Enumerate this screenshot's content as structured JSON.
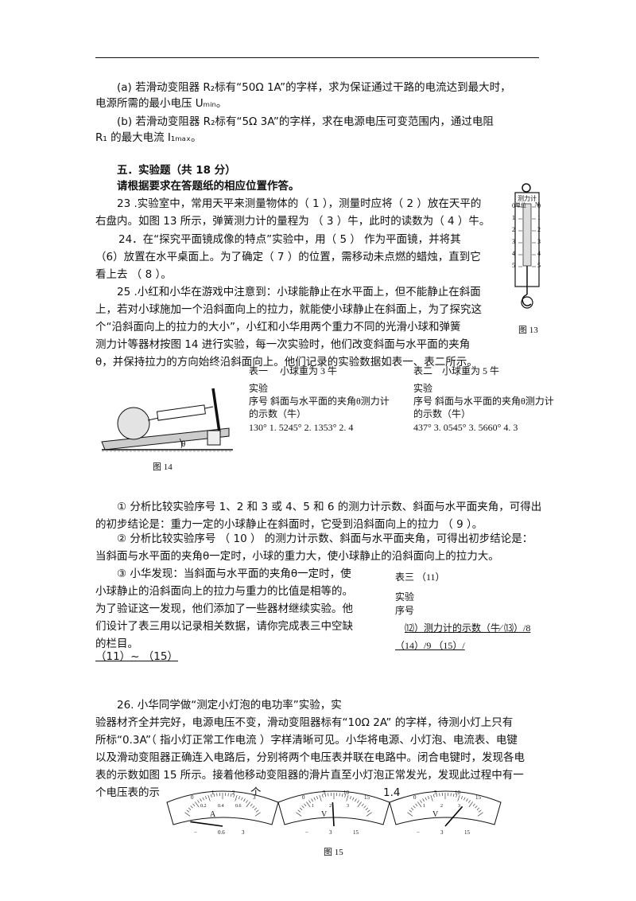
{
  "text": {
    "a1": "(a) 若滑动变阻器 R₂标有“50Ω 1A”的字样，求为保证通过干路的电流达到最大时，",
    "a2": "电源所需的最小电压 Uₘᵢₙ。",
    "b1": "(b) 若滑动变阻器 R₂标有“5Ω 3A”的字样，求在电源电压可变范围内，通过电阻",
    "b2": "R₁ 的最大电流 I₁ₘₐₓ。",
    "sec5": "五．实验题（共 18 分）",
    "instr": "请根据要求在答题纸的相应位置作答。",
    "q23a": "23 .实验室中，常用天平来测量物体的（ 1 ），测量时应将（ 2 ）放在天平的",
    "q23b": "右盘内。如图 13 所示，弹簧测力计的量程为 （ 3 ）牛，此时的读数为（ 4 ）牛。",
    "q24a": "24．在“探究平面镜成像的特点”实验中，用（ 5 ） 作为平面镜，并将其",
    "q24b": "（6）放置在水平桌面上。为了确定（ 7 ）的位置，需移动未点燃的蜡烛，直到它",
    "q24c": "看上去 （ 8 ）。",
    "q25a": "25 .小红和小华在游戏中注意到：小球能静止在水平面上，但不能静止在斜面",
    "q25b": "上，若对小球施加一个沿斜面向上的拉力，就能使小球静止在斜面上，为了探究这",
    "q25c": "个“沿斜面向上的拉力的大小”，小红和小华用两个重力不同的光滑小球和弹簧",
    "q25d": "测力计等器材按图 14 进行实验，每一次实验时，他们改变斜面与水平面的夹角",
    "q25e": "θ，并保持拉力的方向始终沿斜面向上。他们记录的实验数据如表一、表二所示。",
    "fig13": "图 13",
    "fig14": "图 14",
    "fig15": "图 15",
    "t1title": "表一　 小球重为 3 牛",
    "t1h1": "实验",
    "t1h2": "序号 斜面与水平面的夹角θ测力计",
    "t1h3": "的示数（牛）",
    "t1d": "130° 1. 5245° 2. 1353° 2. 4",
    "t2title": "表二　小球重为 5 牛",
    "t2h1": "实验",
    "t2h2": "序号 斜面与水平面的夹角θ测力计",
    "t2h3": "的示数（牛）",
    "t2d": "437° 3. 0545° 3. 5660° 4. 3",
    "c1a": "① 分析比较实验序号 1、2 和 3 或 4、5 和 6 的测力计示数、斜面与水平面夹角，可得出",
    "c1b": "的初步结论是：重力一定的小球静止在斜面时，它受到沿斜面向上的拉力 （ 9 ）。",
    "c2a": "② 分析比较实验序号 （ 10 ） 的测力计示数、斜面与水平面夹角，可得出初步结论是：",
    "c2b": "当斜面与水平面的夹角θ一定时，小球的重力大，使小球静止的沿斜面向上的拉力大。",
    "c3a": "③ 小华发现：当斜面与水平面的夹角θ一定时，使",
    "c3b": "小球静止的沿斜面向上的拉力与重力的比值是相等的。",
    "c3c": "为了验证这一发现，他们添加了一些器材继续实验。他",
    "c3d": "们设计了表三用以记录相关数据，请你完成表三中空缺",
    "c3e": "的栏目。",
    "c3f": "（11）~ （15）",
    "t3title": "表三 （11）",
    "t3h1": "实验",
    "t3h2": "序号",
    "t3r1": "⑿）测力计的示数（牛∕ ⒀）/8",
    "t3r2": "（14）/9 （15）/",
    "q26a": "26. 小华同学做“测定小灯泡的电功率”实验，实",
    "q26b": "验器材齐全并完好，电源电压不变，滑动变阻器标有“10Ω 2A” 的字样，待测小灯上只有",
    "q26c": "所标“0.3A”（ 指小灯正常工作电流 ）字样清晰可见。小华将电源、小灯泡、电流表、电键",
    "q26d": "以及滑动变阻器正确连入电路后，分别将两个电压表并联在电路中。闭合电键时，发现各电",
    "q26e": "表的示数如图 15 所示。接着他移动变阻器的滑片直至小灯泡正常发光，发现此过程中有一",
    "q26f": "个电压表的示",
    "q26g": "个",
    "q26h": "1.4",
    "scale": {
      "unit": "N",
      "title1": "测力计",
      "title2": "单位",
      "ticks": [
        "0",
        "1",
        "2",
        "3",
        "4",
        "5"
      ]
    },
    "meterA": {
      "unit": "A",
      "big": [
        "0",
        "1",
        "2",
        "3"
      ],
      "small": [
        "0.2",
        "0.4",
        "0.6"
      ],
      "terms": [
        "−",
        "0.6",
        "3"
      ]
    },
    "meterV1": {
      "unit": "V",
      "big": [
        "0",
        "5",
        "10",
        "15"
      ],
      "small": [
        "1",
        "2",
        "3"
      ],
      "terms": [
        "−",
        "3",
        "15"
      ]
    },
    "meterV2": {
      "unit": "V",
      "big": [
        "0",
        "5",
        "10",
        "15"
      ],
      "small": [
        "1",
        "2",
        "3"
      ],
      "terms": [
        "−",
        "3",
        "15"
      ]
    }
  }
}
